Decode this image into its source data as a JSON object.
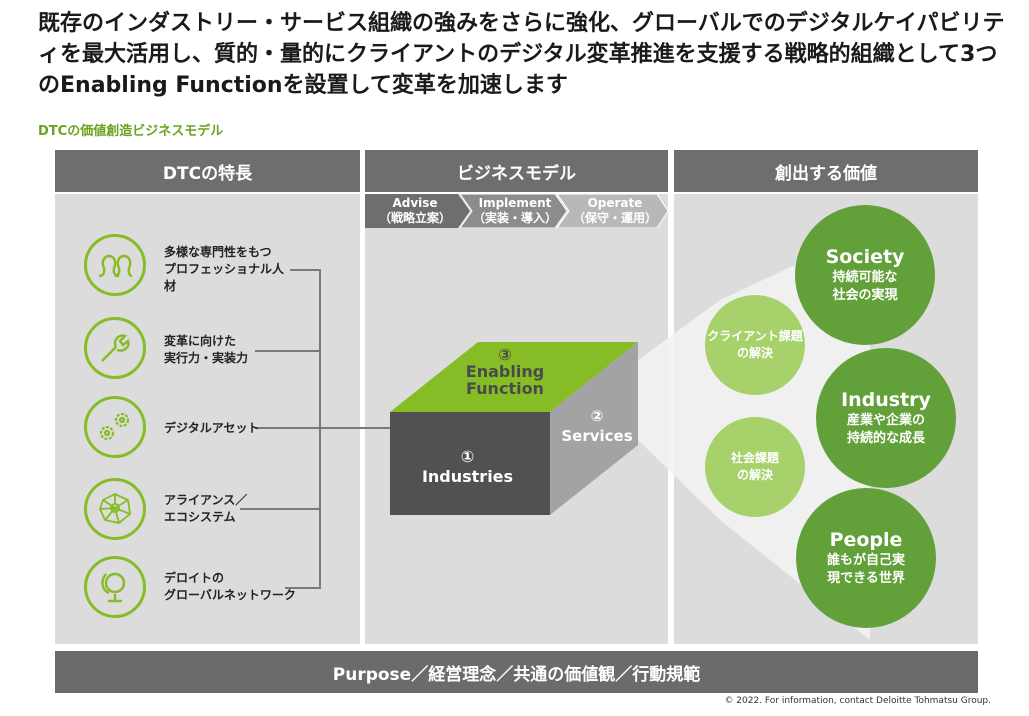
{
  "title": "既存のインダストリー・サービス組織の強みをさらに強化、グローバルでのデジタルケイパビリティを最大活用し、質的・量的にクライアントのデジタル変革推進を支援する戦略的組織として3つのEnabling Functionを設置して変革を加速します",
  "subtitle": "DTCの価値創造ビジネスモデル",
  "columns": {
    "features": "DTCの特長",
    "model": "ビジネスモデル",
    "value": "創出する価値"
  },
  "features": [
    {
      "icon": "people-icon",
      "text": "多様な専門性をもつ\nプロフェッショナル人\n材"
    },
    {
      "icon": "wrench-icon",
      "text": "変革に向けた\n実行力・実装力"
    },
    {
      "icon": "gears-icon",
      "text": "デジタルアセット"
    },
    {
      "icon": "network-icon",
      "text": "アライアンス／\nエコシステム"
    },
    {
      "icon": "globe-icon",
      "text": "デロイトの\nグローバルネットワーク"
    }
  ],
  "phases": [
    {
      "name": "Advise",
      "sub": "（戦略立案）"
    },
    {
      "name": "Implement",
      "sub": "（実装・導入）"
    },
    {
      "name": "Operate",
      "sub": "（保守・運用）"
    }
  ],
  "cube": {
    "top_num": "③",
    "top_label": "Enabling\nFunction",
    "front_num": "①",
    "front_label": "Industries",
    "side_num": "②",
    "side_label": "Services"
  },
  "small_values": [
    "クライアント課題\nの解決",
    "社会課題\nの解決"
  ],
  "big_values": [
    {
      "title": "Society",
      "sub": "持続可能な\n社会の実現"
    },
    {
      "title": "Industry",
      "sub": "産業や企業の\n持続的な成長"
    },
    {
      "title": "People",
      "sub": "誰もが自己実\n現できる世界"
    }
  ],
  "bottom": "Purpose／経営理念／共通の価値観／行動規範",
  "copyright": "© 2022. For information, contact Deloitte Tohmatsu Group.",
  "colors": {
    "green": "#86bc25",
    "dark_green": "#62a03a",
    "light_green": "#a6d16b",
    "header_gray": "#6e6e6e",
    "panel": "#dcdcdd"
  }
}
